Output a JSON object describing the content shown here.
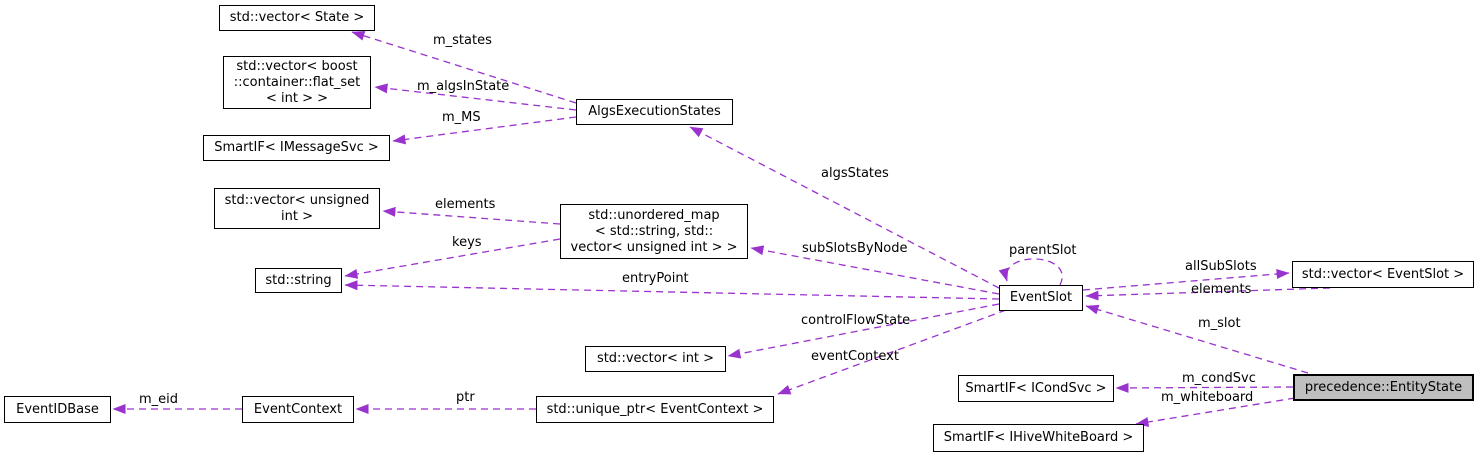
{
  "colors": {
    "background": "#ffffff",
    "edge": "#9a32cd",
    "node_border": "#000000",
    "node_fill": "#ffffff",
    "highlight_fill": "#bfbfbf",
    "text": "#000000"
  },
  "nodes": {
    "vector_state": {
      "label": "std::vector< State >"
    },
    "vector_flat_set": {
      "label": "std::vector< boost\n::container::flat_set\n< int > >"
    },
    "smartif_imessagesvc": {
      "label": "SmartIF< IMessageSvc >"
    },
    "algs_execution_states": {
      "label": "AlgsExecutionStates"
    },
    "vector_unsigned_int": {
      "label": "std::vector< unsigned\nint >"
    },
    "std_string": {
      "label": "std::string"
    },
    "unordered_map": {
      "label": "std::unordered_map\n< std::string, std::\nvector< unsigned int > >"
    },
    "event_slot": {
      "label": "EventSlot"
    },
    "vector_event_slot": {
      "label": "std::vector< EventSlot >"
    },
    "vector_int": {
      "label": "std::vector< int >"
    },
    "smartif_icondsvc": {
      "label": "SmartIF< ICondSvc >"
    },
    "entity_state": {
      "label": "precedence::EntityState"
    },
    "smartif_ihivewhiteboard": {
      "label": "SmartIF< IHiveWhiteBoard >"
    },
    "event_id_base": {
      "label": "EventIDBase"
    },
    "event_context": {
      "label": "EventContext"
    },
    "unique_ptr_event_context": {
      "label": "std::unique_ptr< EventContext >"
    }
  },
  "edges": {
    "m_states": {
      "label": "m_states",
      "from": "AlgsExecutionStates",
      "to": "std::vector< State >"
    },
    "m_algsInState": {
      "label": "m_algsInState",
      "from": "AlgsExecutionStates",
      "to": "std::vector< boost::container::flat_set< int > >"
    },
    "m_MS": {
      "label": "m_MS",
      "from": "AlgsExecutionStates",
      "to": "SmartIF< IMessageSvc >"
    },
    "algsStates": {
      "label": "algsStates",
      "from": "EventSlot",
      "to": "AlgsExecutionStates"
    },
    "elements_map": {
      "label": "elements",
      "from": "std::unordered_map",
      "to": "std::vector< unsigned int >"
    },
    "keys": {
      "label": "keys",
      "from": "std::unordered_map",
      "to": "std::string"
    },
    "subSlotsByNode": {
      "label": "subSlotsByNode",
      "from": "EventSlot",
      "to": "std::unordered_map"
    },
    "entryPoint": {
      "label": "entryPoint",
      "from": "EventSlot",
      "to": "std::string"
    },
    "parentSlot": {
      "label": "parentSlot",
      "from": "EventSlot",
      "to": "EventSlot"
    },
    "allSubSlots": {
      "label": "allSubSlots",
      "from": "EventSlot",
      "to": "std::vector< EventSlot >"
    },
    "elements_vec": {
      "label": "elements",
      "from": "std::vector< EventSlot >",
      "to": "EventSlot"
    },
    "m_slot": {
      "label": "m_slot",
      "from": "precedence::EntityState",
      "to": "EventSlot"
    },
    "controlFlowState": {
      "label": "controlFlowState",
      "from": "EventSlot",
      "to": "std::vector< int >"
    },
    "eventContext": {
      "label": "eventContext",
      "from": "EventSlot",
      "to": "std::unique_ptr< EventContext >"
    },
    "m_condSvc": {
      "label": "m_condSvc",
      "from": "precedence::EntityState",
      "to": "SmartIF< ICondSvc >"
    },
    "m_whiteboard": {
      "label": "m_whiteboard",
      "from": "precedence::EntityState",
      "to": "SmartIF< IHiveWhiteBoard >"
    },
    "m_eid": {
      "label": "m_eid",
      "from": "EventContext",
      "to": "EventIDBase"
    },
    "ptr": {
      "label": "ptr",
      "from": "std::unique_ptr< EventContext >",
      "to": "EventContext"
    }
  }
}
